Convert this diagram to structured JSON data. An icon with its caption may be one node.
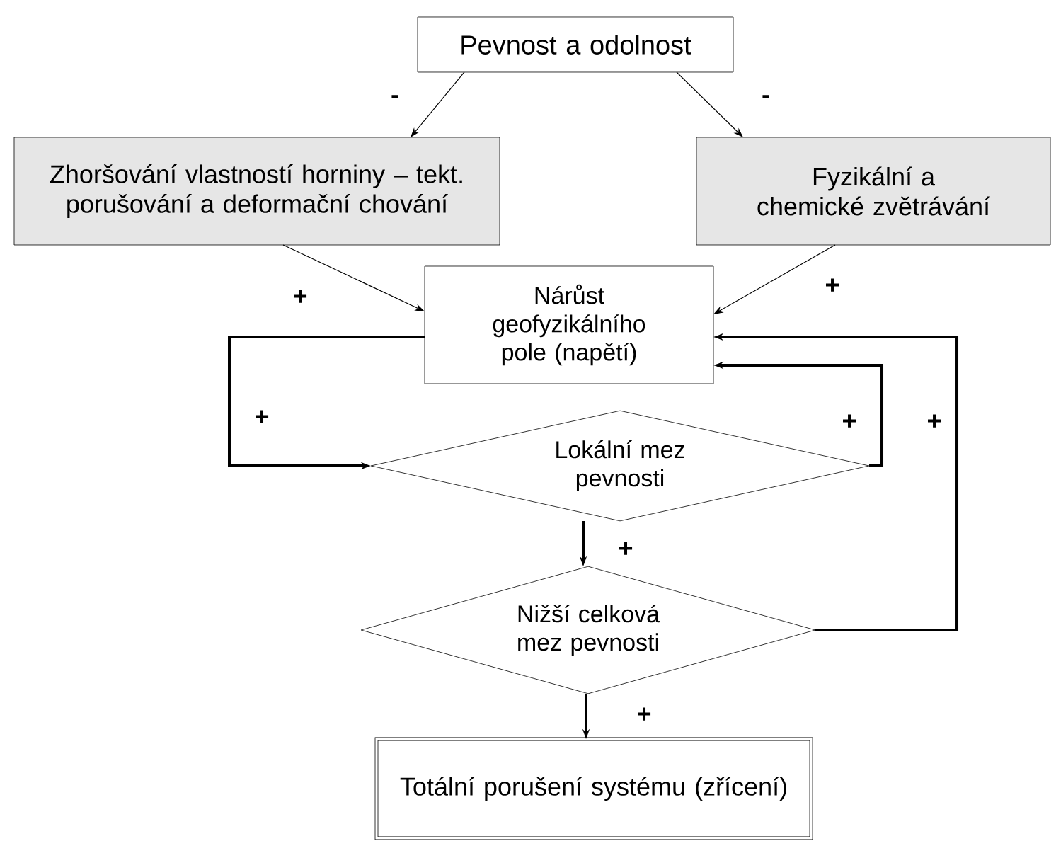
{
  "diagram": {
    "nodes": [
      {
        "text": [
          "Pevnost a odolnost"
        ]
      },
      {
        "text": [
          "Zhoršování vlastností horniny – tekt. porušování a deformační chování"
        ]
      },
      {
        "text": [
          "Fyzikální a chemické zvětrávání"
        ]
      },
      {
        "text": [
          "Nárůst geofyzikálního pole (napětí)"
        ]
      },
      {
        "text": [
          "Lokální mez pevnosti"
        ]
      },
      {
        "text": [
          "Nižší celková mez pevnosti"
        ]
      },
      {
        "text": [
          "Totální porušení systému (zřícení)"
        ]
      }
    ],
    "edges": [
      {
        "from": 0,
        "to": 1,
        "arrow": "to",
        "label": "-"
      },
      {
        "from": 0,
        "to": 2,
        "arrow": "to",
        "label": "-"
      },
      {
        "from": 1,
        "to": 3,
        "arrow": "to",
        "label": "+"
      },
      {
        "from": 2,
        "to": 3,
        "arrow": "to",
        "label": "+"
      },
      {
        "from": 3,
        "to": 4,
        "arrow": "to",
        "label": "+"
      },
      {
        "from": 4,
        "to": 3,
        "arrow": "to",
        "label": "+"
      },
      {
        "from": 4,
        "to": 5,
        "arrow": "to",
        "label": "+"
      },
      {
        "from": 5,
        "to": 3,
        "arrow": "to",
        "label": "+"
      },
      {
        "from": 5,
        "to": 6,
        "arrow": "to",
        "label": "+"
      }
    ]
  }
}
